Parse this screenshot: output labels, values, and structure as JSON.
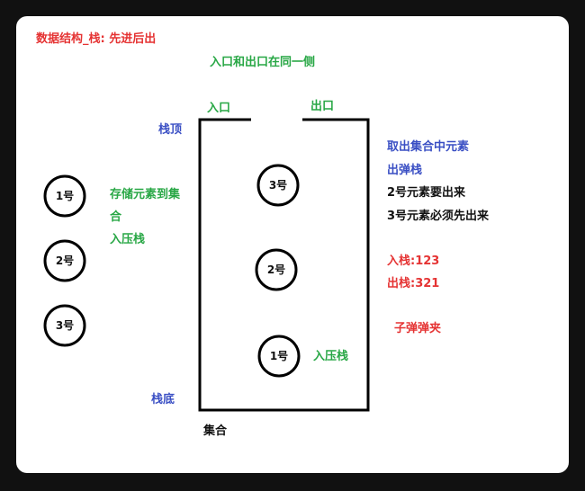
{
  "title": "数据结构_栈: 先进后出",
  "subtitle": "入口和出口在同一侧",
  "entry_label": "入口",
  "exit_label": "出口",
  "top_label": "栈顶",
  "bottom_label": "栈底",
  "container_label": "集合",
  "left_group": {
    "circles": [
      "1号",
      "2号",
      "3号"
    ],
    "notes": [
      "存储元素到集",
      "合",
      "入压栈"
    ]
  },
  "stack_circles": [
    "3号",
    "2号",
    "1号"
  ],
  "push_label": "入压栈",
  "right_notes": [
    {
      "text": "取出集合中元素",
      "color": "#3a4fc4"
    },
    {
      "text": "出弹栈",
      "color": "#3a4fc4"
    },
    {
      "text": "2号元素要出来",
      "color": "#111111"
    },
    {
      "text": "3号元素必须先出来",
      "color": "#111111"
    },
    {
      "text": "入栈:123",
      "color": "#e53333"
    },
    {
      "text": "出栈:321",
      "color": "#e53333"
    },
    {
      "text": "子弹弹夹",
      "color": "#e53333"
    }
  ]
}
